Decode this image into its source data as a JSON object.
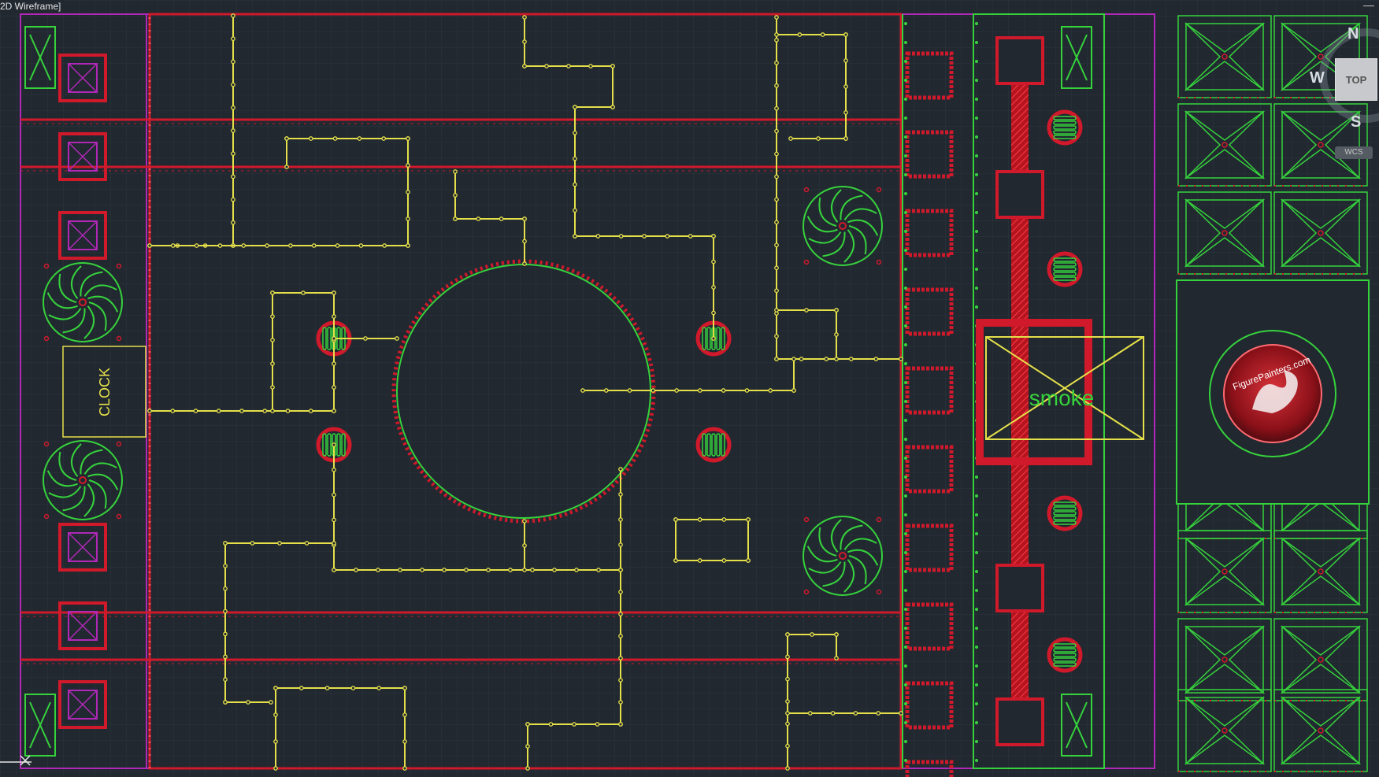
{
  "viewport": {
    "label": "2D Wireframe]",
    "minimize_symbol": "—"
  },
  "viewcube": {
    "north": "N",
    "south": "S",
    "west": "W",
    "top_face": "TOP",
    "wcs": "WCS"
  },
  "drawing": {
    "clock_label": "CLOCK",
    "smoke_label": "smoke",
    "logo_text": "FigurePainters.com"
  },
  "icons": {
    "ucs": "ucs-x-axis-icon",
    "viewcube": "viewcube-icon"
  },
  "colors": {
    "background": "#212830",
    "grid": "#2b333d",
    "red_wall": "#d0192b",
    "green_stroke": "#36d23c",
    "yellow_wire": "#e5e04a",
    "magenta_border": "#b128b8",
    "white_label": "#ffffff"
  }
}
